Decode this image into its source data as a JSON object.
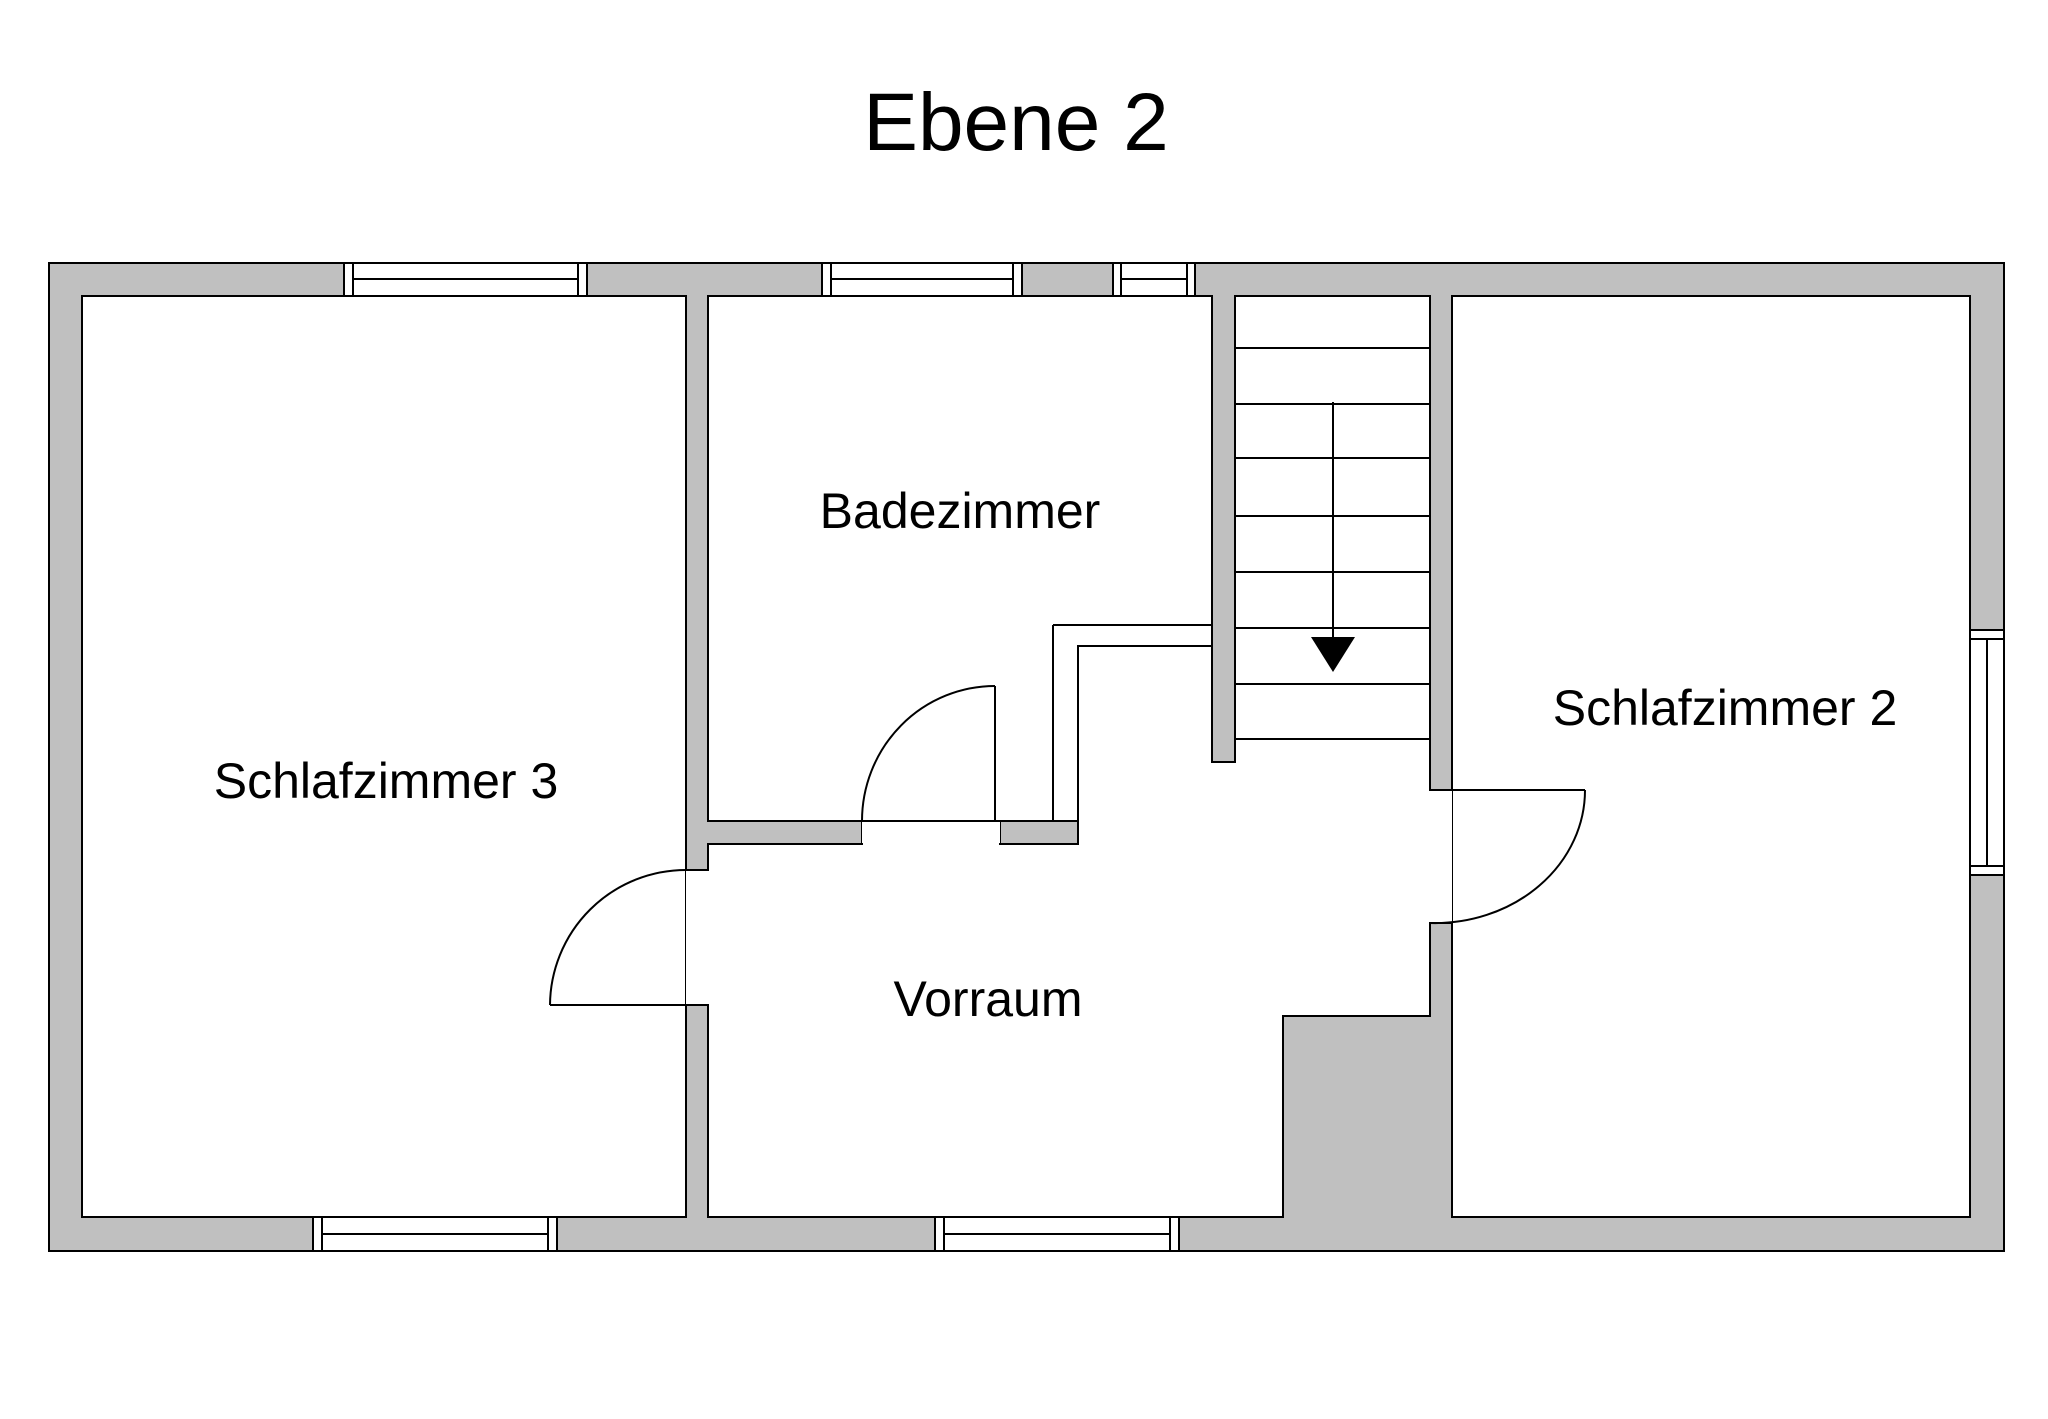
{
  "plan": {
    "title": "Ebene 2",
    "rooms": {
      "schlafzimmer_3": "Schlafzimmer 3",
      "badezimmer": "Badezimmer",
      "vorraum": "Vorraum",
      "schlafzimmer_2": "Schlafzimmer 2"
    }
  }
}
